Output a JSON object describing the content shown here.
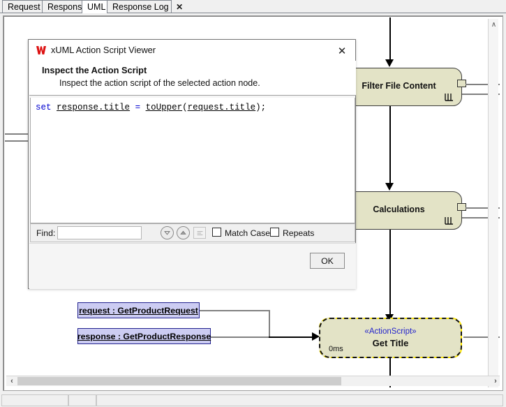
{
  "tabs": [
    {
      "label": "Request",
      "active": false,
      "closable": false
    },
    {
      "label": "Response",
      "active": false,
      "closable": false
    },
    {
      "label": "UML",
      "active": true,
      "closable": false
    },
    {
      "label": "Response Log",
      "active": false,
      "closable": true,
      "close_glyph": "✕"
    }
  ],
  "dialog": {
    "title": "xUML Action Script Viewer",
    "logo_name": "xuml-logo-icon",
    "close_glyph": "✕",
    "heading": "Inspect the Action Script",
    "subheading": "Inspect the action script of the selected action node.",
    "code": {
      "tokens": [
        {
          "text": "set",
          "style": "keyword"
        },
        {
          "text": " ",
          "style": "plain"
        },
        {
          "text": "response.title",
          "style": "identifier"
        },
        {
          "text": " ",
          "style": "plain"
        },
        {
          "text": "=",
          "style": "keyword"
        },
        {
          "text": " ",
          "style": "plain"
        },
        {
          "text": "toUpper",
          "style": "identifier"
        },
        {
          "text": "(",
          "style": "plain"
        },
        {
          "text": "request.title",
          "style": "identifier"
        },
        {
          "text": ");",
          "style": "plain"
        }
      ],
      "plain_text": "set response.title = toUpper(request.title);"
    },
    "find": {
      "label": "Find:",
      "value": "",
      "placeholder": "",
      "next_glyph": "▽",
      "prev_glyph": "△",
      "list_glyph": "≡",
      "match_case_label": "Match Case",
      "match_case_checked": false,
      "repeats_label": "Repeats",
      "repeats_checked": false
    },
    "ok_label": "OK"
  },
  "diagram": {
    "nodes": [
      {
        "name": "Filter File Content",
        "kind": "call-behavior-action",
        "has_rake": true,
        "rake_glyph": "rake-icon"
      },
      {
        "name": "Calculations",
        "kind": "call-behavior-action",
        "has_rake": true,
        "rake_glyph": "rake-icon"
      }
    ],
    "action_node": {
      "stereotype": "«ActionScript»",
      "name": "Get Title",
      "duration": "0ms",
      "selected": true,
      "selection_color": "#ffe800"
    },
    "object_nodes": [
      {
        "label": "request : GetProductRequest"
      },
      {
        "label": "response : GetProductResponse"
      }
    ]
  },
  "scrollbars": {
    "vertical": {
      "up_glyph": "∧",
      "down_glyph": "∨"
    },
    "horizontal": {
      "left_glyph": "‹",
      "right_glyph": "›"
    }
  },
  "colors": {
    "node_fill": "#e3e3c6",
    "object_fill": "#ccccf2",
    "object_border": "#23238e",
    "stereotype_text": "#2222cc",
    "selection": "#ffe800",
    "keyword": "#0000d0",
    "logo_red": "#d11"
  }
}
